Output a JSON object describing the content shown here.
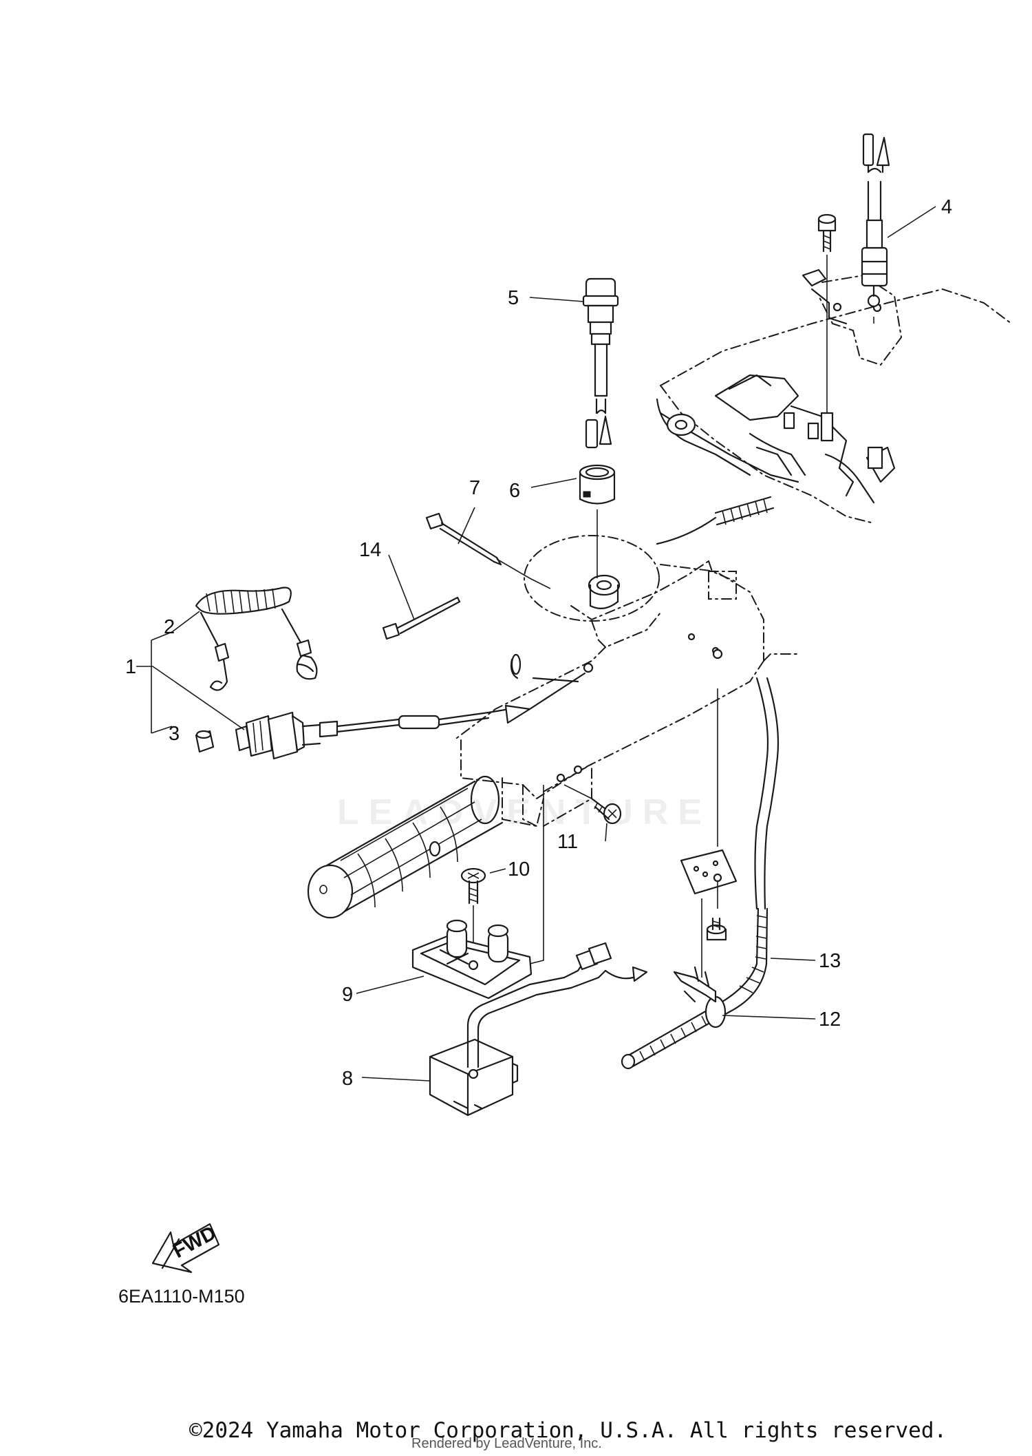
{
  "diagram": {
    "callouts": [
      "1",
      "2",
      "3",
      "4",
      "5",
      "6",
      "7",
      "8",
      "9",
      "10",
      "11",
      "12",
      "13",
      "14"
    ],
    "direction_badge": "FWD",
    "figure_code": "6EA1110-M150"
  },
  "watermark": "LEADVENTURE",
  "footer": {
    "copyright": "©2024 Yamaha Motor Corporation, U.S.A. All rights reserved.",
    "rendered_by": "Rendered by LeadVenture, Inc."
  }
}
